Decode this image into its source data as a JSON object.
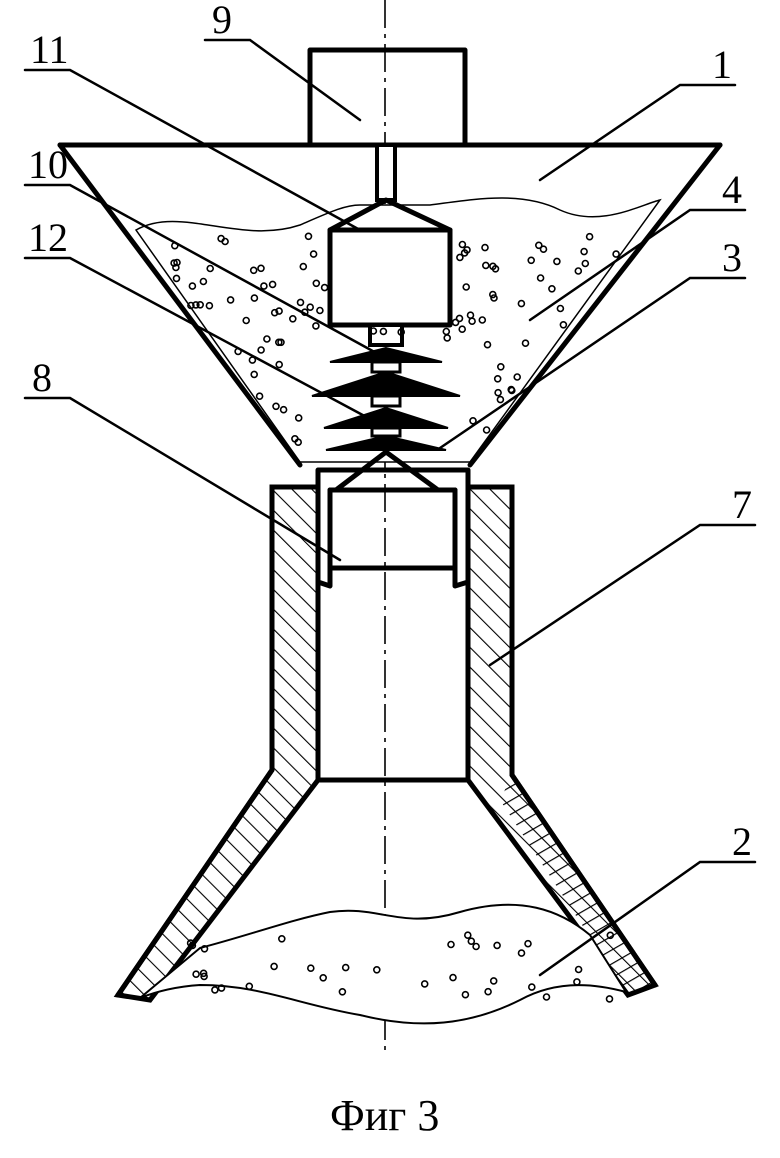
{
  "caption": "Фиг 3",
  "labels": [
    {
      "id": "1",
      "text": "1"
    },
    {
      "id": "2",
      "text": "2"
    },
    {
      "id": "3",
      "text": "3"
    },
    {
      "id": "4",
      "text": "4"
    },
    {
      "id": "7",
      "text": "7"
    },
    {
      "id": "8",
      "text": "8"
    },
    {
      "id": "9",
      "text": "9"
    },
    {
      "id": "10",
      "text": "10"
    },
    {
      "id": "11",
      "text": "11"
    },
    {
      "id": "12",
      "text": "12"
    }
  ],
  "colors": {
    "ink": "#000000",
    "paper": "#ffffff"
  }
}
